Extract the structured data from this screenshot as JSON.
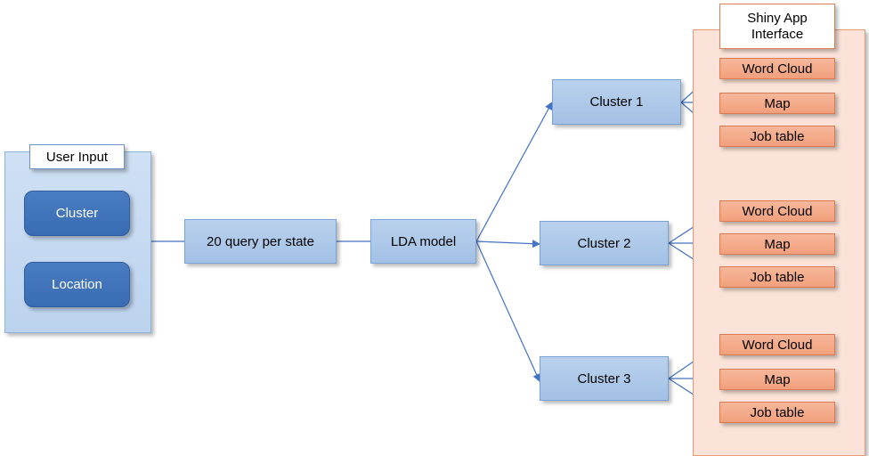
{
  "user_input": {
    "title": "User Input",
    "buttons": [
      "Cluster",
      "Location"
    ]
  },
  "query_node": "20 query per state",
  "lda_node": "LDA model",
  "clusters": [
    "Cluster 1",
    "Cluster 2",
    "Cluster 3"
  ],
  "shiny": {
    "title": "Shiny App Interface",
    "groups": [
      [
        "Word Cloud",
        "Map",
        "Job  table"
      ],
      [
        "Word Cloud",
        "Map",
        "Job table"
      ],
      [
        "Word Cloud",
        "Map",
        "Job table"
      ]
    ]
  },
  "colors": {
    "line": "#4472c4",
    "node_fill": "#a9c5e8",
    "button_fill": "#3f70b8",
    "orange_fill": "#f4a985",
    "shiny_bg": "#fbe3d9"
  }
}
